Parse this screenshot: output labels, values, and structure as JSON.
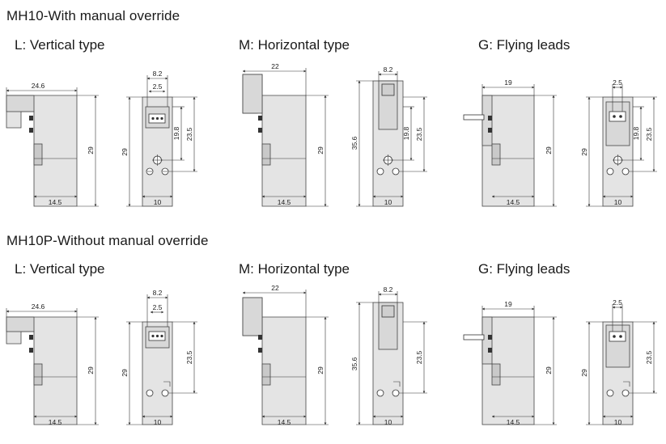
{
  "sections": [
    {
      "title": "MH10-With manual override",
      "views": [
        {
          "label": "L: Vertical type",
          "dims": {
            "side_w": "24.6",
            "side_h": "29",
            "side_bottom": "14.5",
            "front_top": "8.2",
            "front_pin": "2.5",
            "front_h1": "29",
            "front_h2": "19.8",
            "front_h3": "23.5",
            "front_w": "10"
          }
        },
        {
          "label": "M: Horizontal type",
          "dims": {
            "side_w": "22",
            "side_h": "29",
            "side_bottom": "14.5",
            "front_top": "8.2",
            "front_h1": "35.6",
            "front_h2": "19.8",
            "front_h3": "23.5",
            "front_w": "10"
          }
        },
        {
          "label": "G: Flying leads",
          "dims": {
            "side_w": "19",
            "side_h": "29",
            "side_bottom": "14.5",
            "front_pin": "2.5",
            "front_h1": "29",
            "front_h2": "19.8",
            "front_h3": "23.5",
            "front_w": "10"
          }
        }
      ]
    },
    {
      "title": "MH10P-Without manual override",
      "views": [
        {
          "label": "L: Vertical type",
          "dims": {
            "side_w": "24.6",
            "side_h": "29",
            "side_bottom": "14.5",
            "front_top": "8.2",
            "front_pin": "2.5",
            "front_h1": "29",
            "front_h3": "23.5",
            "front_w": "10"
          }
        },
        {
          "label": "M: Horizontal type",
          "dims": {
            "side_w": "22",
            "side_h": "29",
            "side_bottom": "14.5",
            "front_top": "8.2",
            "front_h1": "35.6",
            "front_h3": "23.5",
            "front_w": "10"
          }
        },
        {
          "label": "G: Flying leads",
          "dims": {
            "side_w": "19",
            "side_h": "29",
            "side_bottom": "14.5",
            "front_pin": "2.5",
            "front_h1": "29",
            "front_h3": "23.5",
            "front_w": "10"
          }
        }
      ]
    }
  ]
}
